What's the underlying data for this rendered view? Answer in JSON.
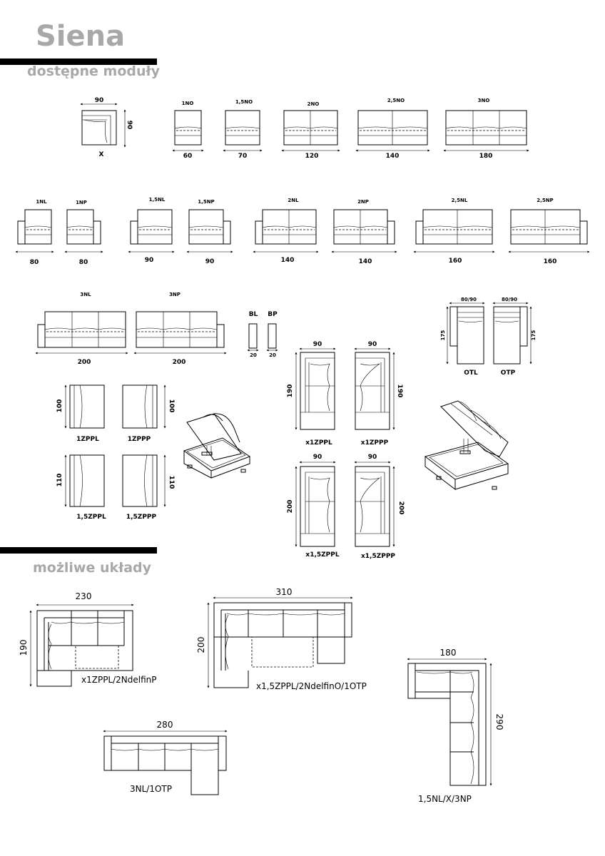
{
  "header": {
    "title": "Siena"
  },
  "sections": {
    "available_modules": "dostępne moduły",
    "possible_layouts": "możliwe układy"
  },
  "modules": {
    "x": {
      "name": "X",
      "width": "90",
      "depth": "90"
    },
    "no": [
      {
        "name": "1NO",
        "width": "60"
      },
      {
        "name": "1,5NO",
        "width": "70"
      },
      {
        "name": "2NO",
        "width": "120"
      },
      {
        "name": "2,5NO",
        "width": "140"
      },
      {
        "name": "3NO",
        "width": "180"
      }
    ],
    "arm": [
      {
        "name": "1NL",
        "width": "80"
      },
      {
        "name": "1NP",
        "width": "80"
      },
      {
        "name": "1,5NL",
        "width": "90"
      },
      {
        "name": "1,5NP",
        "width": "90"
      },
      {
        "name": "2NL",
        "width": "140"
      },
      {
        "name": "2NP",
        "width": "140"
      },
      {
        "name": "2,5NL",
        "width": "160"
      },
      {
        "name": "2,5NP",
        "width": "160"
      }
    ],
    "three": [
      {
        "name": "3NL",
        "width": "200"
      },
      {
        "name": "3NP",
        "width": "200"
      }
    ],
    "bl": {
      "name": "BL",
      "width": "20"
    },
    "bp": {
      "name": "BP",
      "width": "20"
    },
    "otl": {
      "name": "OTL",
      "width": "80/90",
      "depth": "175"
    },
    "otp": {
      "name": "OTP",
      "width": "80/90",
      "depth": "175"
    },
    "zp": [
      {
        "name": "1ZPPL",
        "depth": "100"
      },
      {
        "name": "1ZPPP",
        "depth": "100"
      },
      {
        "name": "1,5ZPPL",
        "depth": "110"
      },
      {
        "name": "1,5ZPPP",
        "depth": "110"
      }
    ],
    "xz": [
      {
        "name": "x1ZPPL",
        "width": "90",
        "depth": "190"
      },
      {
        "name": "x1ZPPP",
        "width": "90",
        "depth": "190"
      },
      {
        "name": "x1,5ZPPL",
        "width": "90",
        "depth": "200"
      },
      {
        "name": "x1,5ZPPP",
        "width": "90",
        "depth": "200"
      }
    ]
  },
  "layouts": [
    {
      "name": "x1ZPPL/2NdelfinP",
      "width": "230",
      "depth": "190"
    },
    {
      "name": "x1,5ZPPL/2NdelfinO/1OTP",
      "width": "310",
      "depth": "200"
    },
    {
      "name": "1,5NL/X/3NP",
      "width": "180",
      "depth": "290"
    },
    {
      "name": "3NL/1OTP",
      "width": "280"
    }
  ]
}
